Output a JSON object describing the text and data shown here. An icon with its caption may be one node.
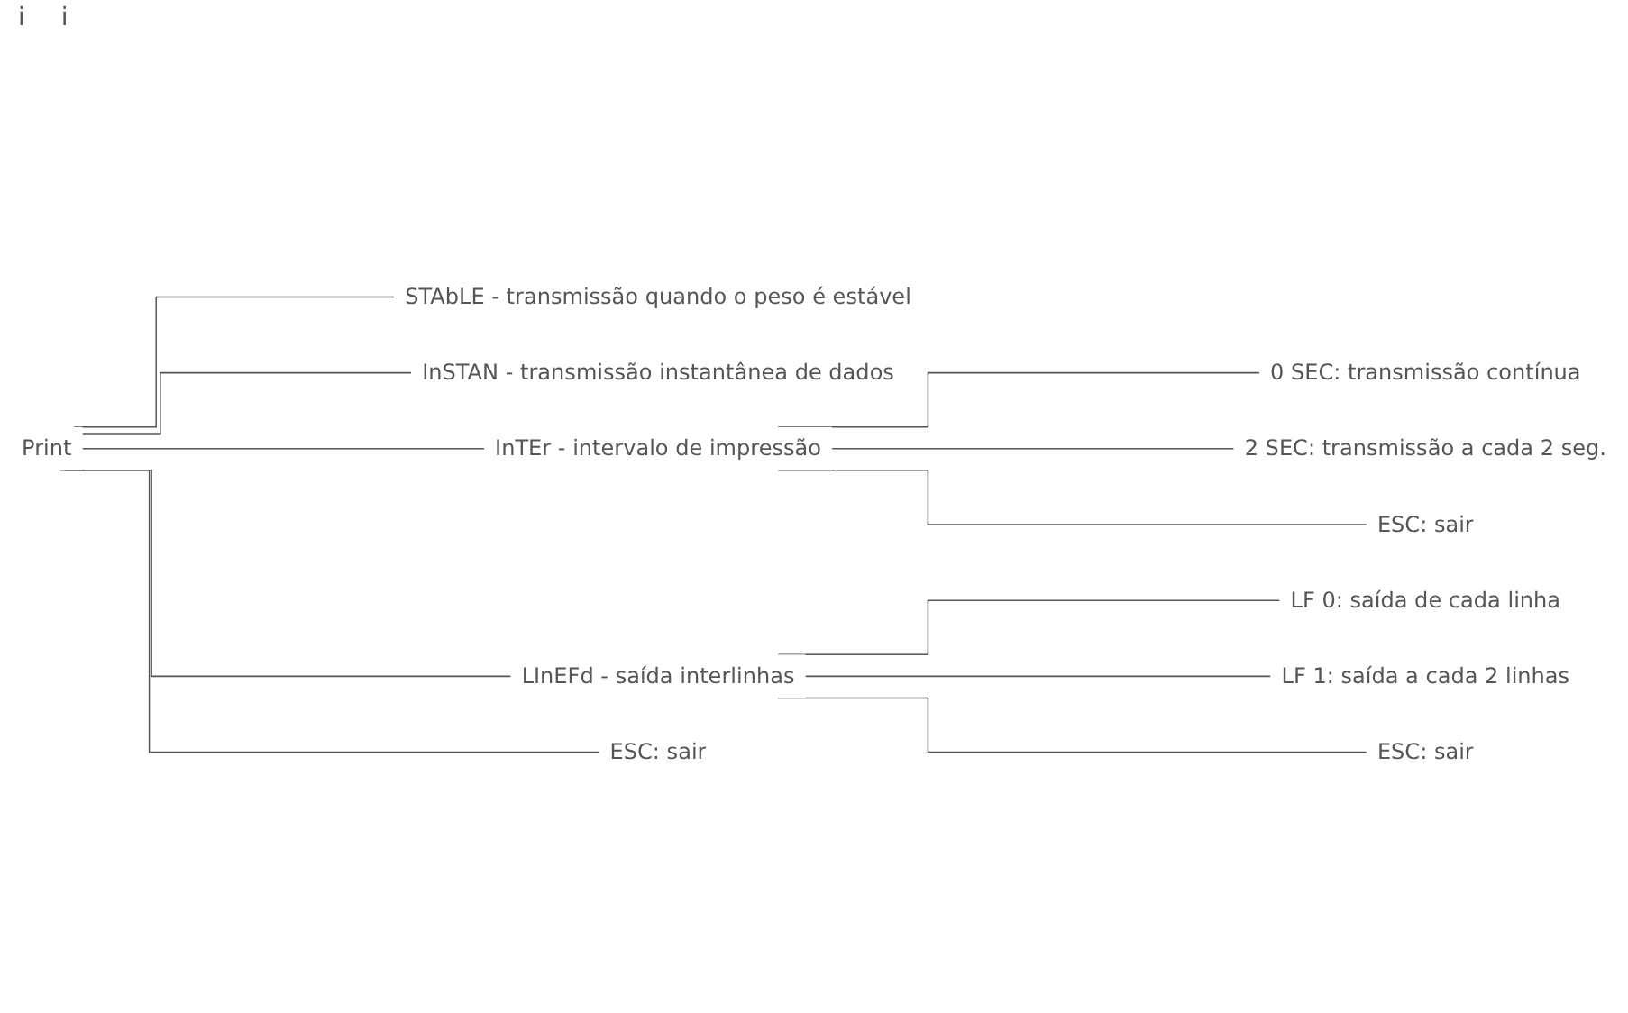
{
  "diagram": {
    "nodes": [
      {
        "text": [
          "Print"
        ]
      },
      {
        "text": [
          "STAbLE - transmissão quando o peso é estável"
        ]
      },
      {
        "text": [
          "InSTAN - transmissão instantânea de dados"
        ]
      },
      {
        "text": [
          "InTEr - intervalo de impressão"
        ]
      },
      {
        "text": [
          "0 SEC: transmissão contínua"
        ]
      },
      {
        "text": [
          "2 SEC: transmissão a cada 2 seg."
        ]
      },
      {
        "text": [
          "ESC: sair"
        ]
      },
      {
        "text": [
          "LInEFd - saída interlinhas"
        ]
      },
      {
        "text": [
          "LF 0: saída de cada linha"
        ]
      },
      {
        "text": [
          "LF 1: saída a cada 2 linhas"
        ]
      },
      {
        "text": [
          "ESC: sair"
        ]
      },
      {
        "text": [
          "ESC: sair"
        ]
      }
    ],
    "edges": [
      {
        "from": 0,
        "to": 1,
        "arrow": "none"
      },
      {
        "from": 0,
        "to": 2,
        "arrow": "none"
      },
      {
        "from": 0,
        "to": 3,
        "arrow": "none"
      },
      {
        "from": 3,
        "to": 4,
        "arrow": "none"
      },
      {
        "from": 3,
        "to": 5,
        "arrow": "none"
      },
      {
        "from": 3,
        "to": 6,
        "arrow": "none"
      },
      {
        "from": 0,
        "to": 7,
        "arrow": "none"
      },
      {
        "from": 7,
        "to": 8,
        "arrow": "none"
      },
      {
        "from": 7,
        "to": 9,
        "arrow": "none"
      },
      {
        "from": 7,
        "to": 10,
        "arrow": "none"
      },
      {
        "from": 0,
        "to": 11,
        "arrow": "none"
      }
    ],
    "labels": [
      "i",
      "i"
    ]
  }
}
